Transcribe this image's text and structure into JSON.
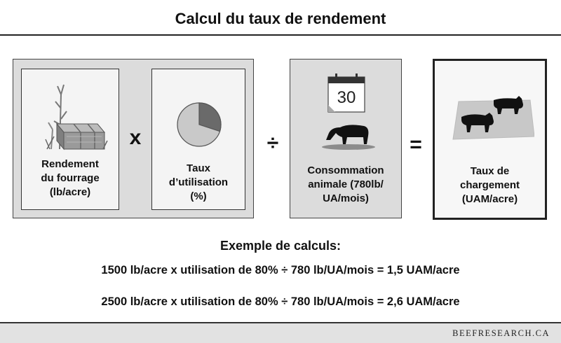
{
  "title": "Calcul du taux de rendement",
  "cards": {
    "forage_yield": "Rendement\ndu fourrage\n(lb/acre)",
    "utilization": "Taux\nd’utilisation\n(%)",
    "consumption": "Consommation\nanimale (780lb/\nUA/mois)",
    "stocking_rate": "Taux de\nchargement\n(UAM/acre)"
  },
  "operators": {
    "multiply": "x",
    "divide": "÷",
    "equals": "="
  },
  "calendar_day": "30",
  "pie": {
    "utilized_fraction": 0.3
  },
  "examples": {
    "title": "Exemple de calculs:",
    "line1": "1500 lb/acre x utilisation de 80% ÷ 780 lb/UA/mois = 1,5 UAM/acre",
    "line2": "2500 lb/acre x utilisation de 80% ÷ 780 lb/UA/mois = 2,6 UAM/acre"
  },
  "footer": "BEEFRESEARCH.CA"
}
